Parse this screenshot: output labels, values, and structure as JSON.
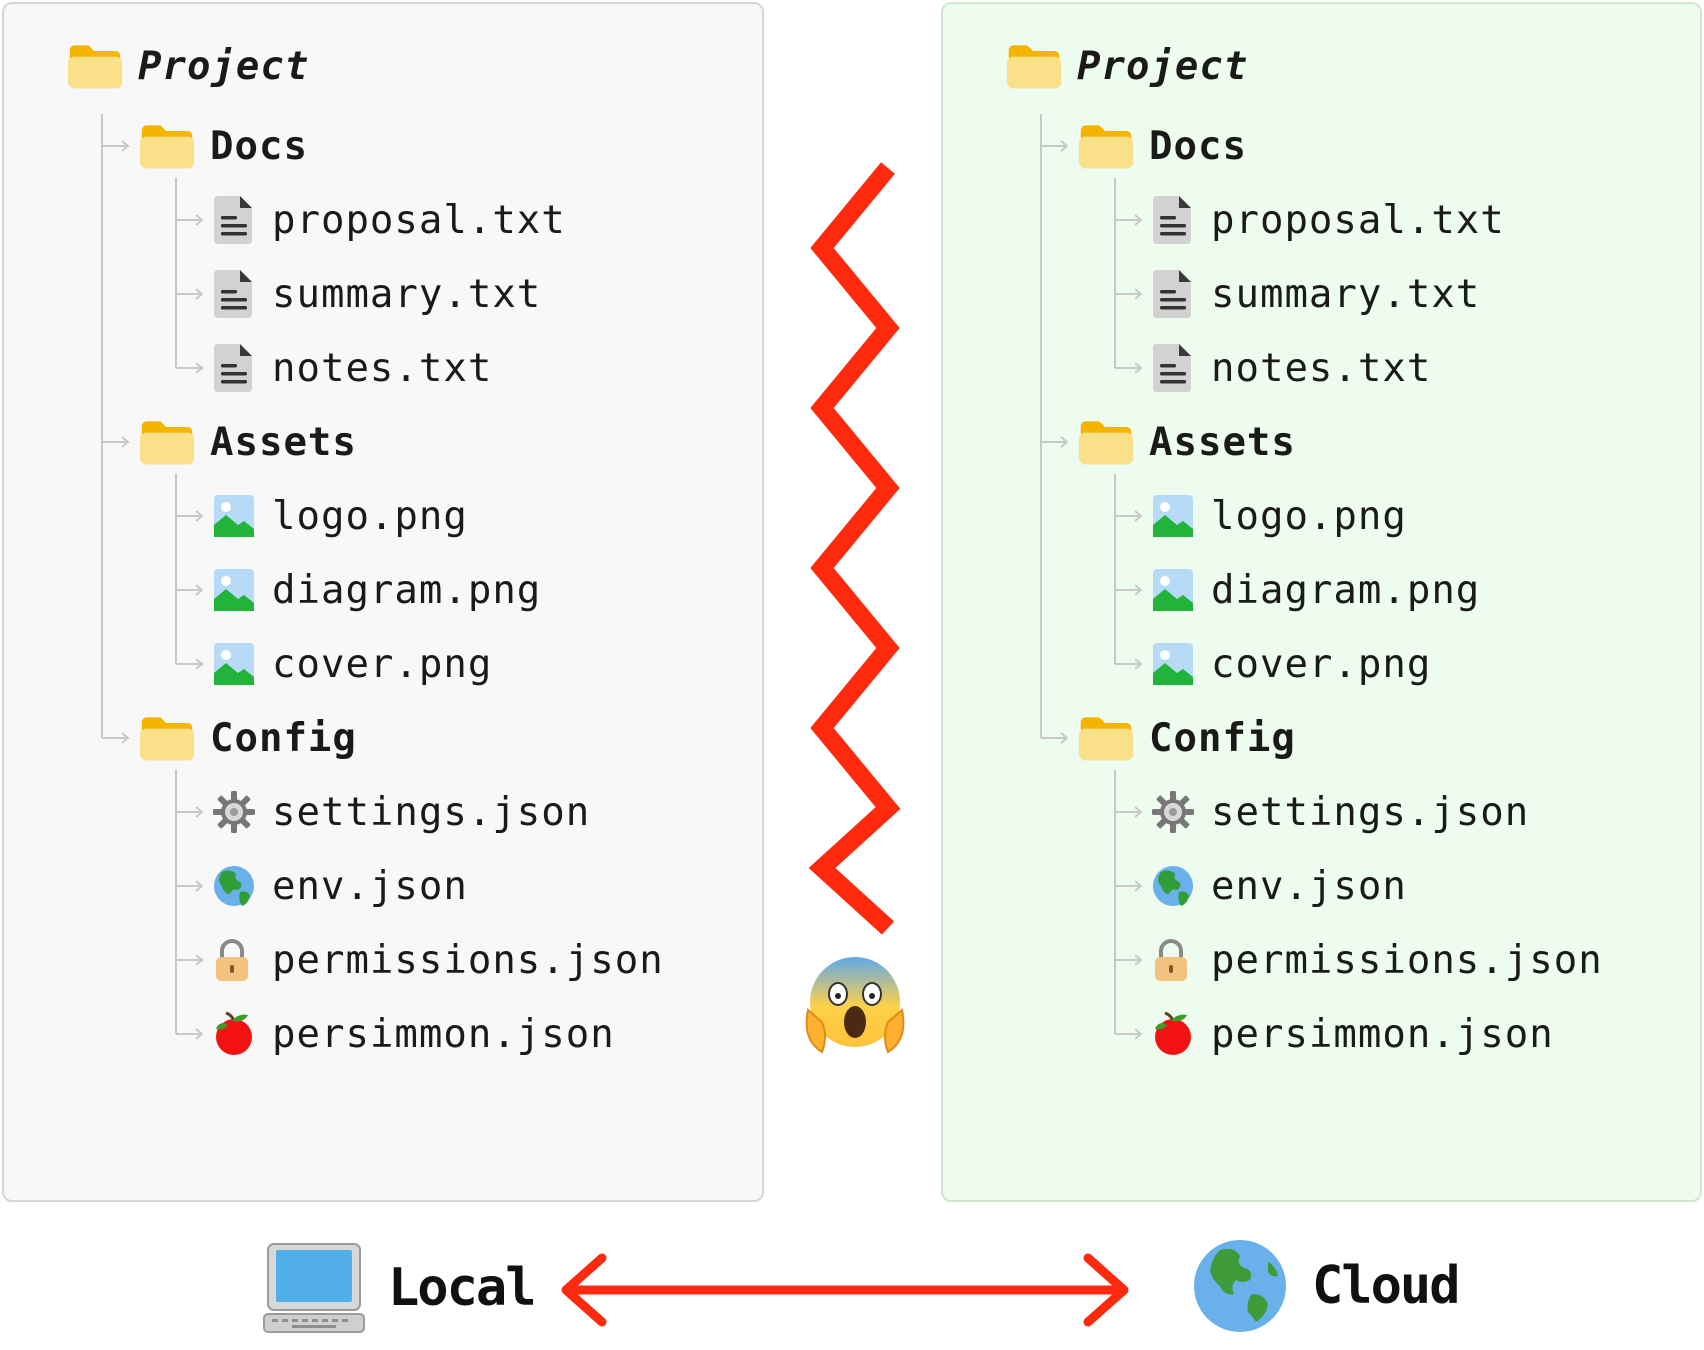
{
  "colors": {
    "local_panel_bg": "#f8f8f8",
    "cloud_panel_bg": "#edfcee",
    "conflict_red": "#ff2a0e",
    "arrow_red": "#ff2a0e",
    "tree_line": "#c8c8c8"
  },
  "local": {
    "root": "Project",
    "folders": [
      {
        "name": "Docs",
        "icon": "folder-icon",
        "files": [
          {
            "name": "proposal.txt",
            "icon": "text-file-icon"
          },
          {
            "name": "summary.txt",
            "icon": "text-file-icon"
          },
          {
            "name": "notes.txt",
            "icon": "text-file-icon"
          }
        ]
      },
      {
        "name": "Assets",
        "icon": "folder-icon",
        "files": [
          {
            "name": "logo.png",
            "icon": "image-file-icon"
          },
          {
            "name": "diagram.png",
            "icon": "image-file-icon"
          },
          {
            "name": "cover.png",
            "icon": "image-file-icon"
          }
        ]
      },
      {
        "name": "Config",
        "icon": "folder-icon",
        "files": [
          {
            "name": "settings.json",
            "icon": "gear-icon"
          },
          {
            "name": "env.json",
            "icon": "globe-icon"
          },
          {
            "name": "permissions.json",
            "icon": "lock-icon"
          },
          {
            "name": "persimmon.json",
            "icon": "persimmon-icon"
          }
        ]
      }
    ]
  },
  "cloud": {
    "root": "Project",
    "folders": [
      {
        "name": "Docs",
        "icon": "folder-icon",
        "files": [
          {
            "name": "proposal.txt",
            "icon": "text-file-icon"
          },
          {
            "name": "summary.txt",
            "icon": "text-file-icon"
          },
          {
            "name": "notes.txt",
            "icon": "text-file-icon"
          }
        ]
      },
      {
        "name": "Assets",
        "icon": "folder-icon",
        "files": [
          {
            "name": "logo.png",
            "icon": "image-file-icon"
          },
          {
            "name": "diagram.png",
            "icon": "image-file-icon"
          },
          {
            "name": "cover.png",
            "icon": "image-file-icon"
          }
        ]
      },
      {
        "name": "Config",
        "icon": "folder-icon",
        "files": [
          {
            "name": "settings.json",
            "icon": "gear-icon"
          },
          {
            "name": "env.json",
            "icon": "globe-icon"
          },
          {
            "name": "permissions.json",
            "icon": "lock-icon"
          },
          {
            "name": "persimmon.json",
            "icon": "persimmon-icon"
          }
        ]
      }
    ]
  },
  "middle": {
    "conflict_icon": "zigzag-conflict-icon",
    "emoji_icon": "screaming-face-icon"
  },
  "bottom": {
    "local_label": "Local",
    "local_icon": "computer-icon",
    "cloud_label": "Cloud",
    "cloud_icon": "earth-globe-icon",
    "arrow_icon": "double-arrow-icon"
  }
}
